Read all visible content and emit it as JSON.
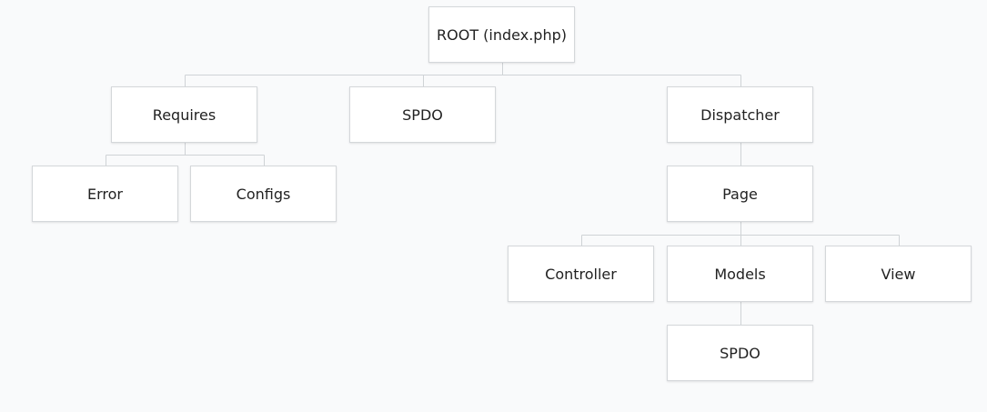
{
  "diagram": {
    "nodes": {
      "root": "ROOT (index.php)",
      "requires": "Requires",
      "spdo_top": "SPDO",
      "dispatcher": "Dispatcher",
      "error": "Error",
      "configs": "Configs",
      "page": "Page",
      "controller": "Controller",
      "models": "Models",
      "view": "View",
      "spdo_models": "SPDO"
    }
  },
  "colors": {
    "background": "#f9fafb",
    "node_fill": "#ffffff",
    "node_border": "#d4d7da",
    "connector": "#cfd3d6",
    "text": "#222222"
  }
}
